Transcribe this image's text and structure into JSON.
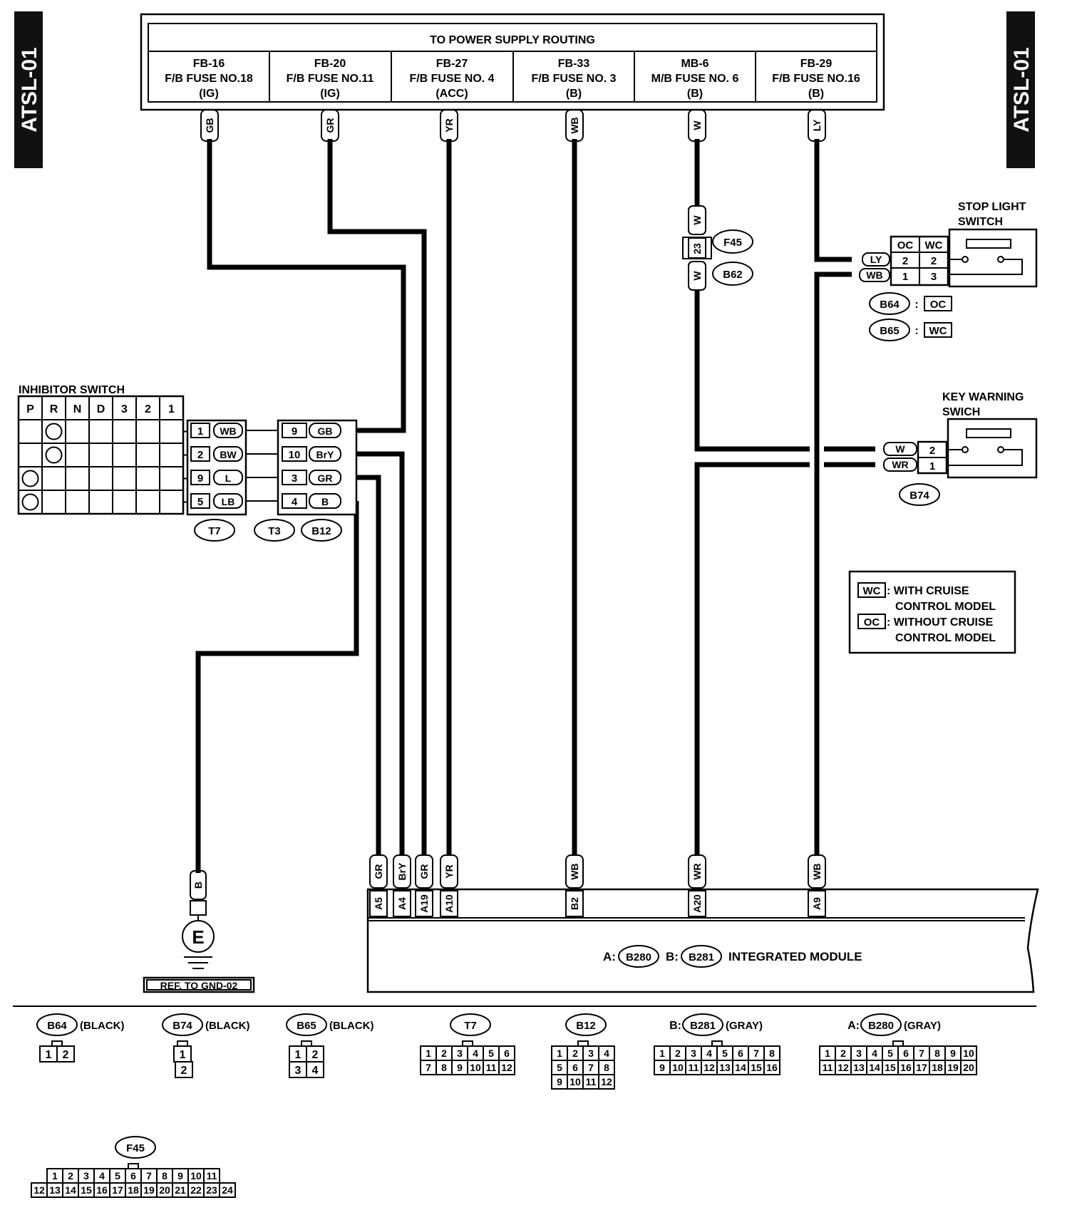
{
  "side_tab": {
    "left": "ATSL-01",
    "right": "ATSL-01"
  },
  "power_supply": {
    "title": "TO POWER SUPPLY ROUTING",
    "fuses": [
      {
        "l1": "FB-16",
        "l2": "F/B FUSE NO.18",
        "l3": "(IG)"
      },
      {
        "l1": "FB-20",
        "l2": "F/B FUSE NO.11",
        "l3": "(IG)"
      },
      {
        "l1": "FB-27",
        "l2": "F/B FUSE NO. 4",
        "l3": "(ACC)"
      },
      {
        "l1": "FB-33",
        "l2": "F/B FUSE NO. 3",
        "l3": "(B)"
      },
      {
        "l1": "MB-6",
        "l2": "M/B FUSE NO. 6",
        "l3": "(B)"
      },
      {
        "l1": "FB-29",
        "l2": "F/B FUSE NO.16",
        "l3": "(B)"
      }
    ],
    "wires": [
      "GB",
      "GR",
      "YR",
      "WB",
      "W",
      "LY"
    ]
  },
  "f45_connector": {
    "pin": "23",
    "wire_top": "W",
    "wire_bottom": "W",
    "id_top": "F45",
    "id_bottom": "B62"
  },
  "stop_light_switch": {
    "title1": "STOP LIGHT",
    "title2": "SWITCH",
    "col1": "OC",
    "col2": "WC",
    "rows": [
      {
        "wire": "LY",
        "p1": "2",
        "p2": "2"
      },
      {
        "wire": "WB",
        "p1": "1",
        "p2": "3"
      }
    ],
    "ids": [
      {
        "id": "B64",
        "sep": ":",
        "code": "OC"
      },
      {
        "id": "B65",
        "sep": ":",
        "code": "WC"
      }
    ]
  },
  "key_warning_switch": {
    "title1": "KEY WARNING",
    "title2": "SWICH",
    "rows": [
      {
        "wire": "W",
        "pin": "2"
      },
      {
        "wire": "WR",
        "pin": "1"
      }
    ],
    "id": "B74"
  },
  "inhibitor_switch": {
    "title": "INHIBITOR SWITCH",
    "positions": [
      "P",
      "R",
      "N",
      "D",
      "3",
      "2",
      "1"
    ],
    "t7_rows": [
      {
        "pin": "1",
        "wire": "WB"
      },
      {
        "pin": "2",
        "wire": "BW"
      },
      {
        "pin": "9",
        "wire": "L"
      },
      {
        "pin": "5",
        "wire": "LB"
      }
    ],
    "b12_rows": [
      {
        "pin": "9",
        "wire": "GB"
      },
      {
        "pin": "10",
        "wire": "BrY"
      },
      {
        "pin": "3",
        "wire": "GR"
      },
      {
        "pin": "4",
        "wire": "B"
      }
    ],
    "ids": [
      "T7",
      "T3",
      "B12"
    ]
  },
  "legend": {
    "wc_code": "WC",
    "wc_text1": ": WITH CRUISE",
    "wc_text2": "CONTROL MODEL",
    "oc_code": "OC",
    "oc_text1": ": WITHOUT CRUISE",
    "oc_text2": "CONTROL MODEL"
  },
  "ground": {
    "wire": "B",
    "symbol": "E",
    "ref": "REF. TO GND-02"
  },
  "integrated_module": {
    "pins": [
      {
        "wire": "GR",
        "pin": "A5"
      },
      {
        "wire": "BrY",
        "pin": "A4"
      },
      {
        "wire": "GR",
        "pin": "A19"
      },
      {
        "wire": "YR",
        "pin": "A10"
      },
      {
        "wire": "WB",
        "pin": "B2"
      },
      {
        "wire": "WR",
        "pin": "A20"
      },
      {
        "wire": "WB",
        "pin": "A9"
      }
    ],
    "prefix_a": "A:",
    "id_a": "B280",
    "prefix_b": "B:",
    "id_b": "B281",
    "name": "INTEGRATED MODULE"
  },
  "connector_views": [
    {
      "prefix": "",
      "id": "B64",
      "color": "(BLACK)",
      "rows": [
        [
          "1",
          "2"
        ]
      ]
    },
    {
      "prefix": "",
      "id": "B74",
      "color": "(BLACK)",
      "rows": [
        [
          "1"
        ],
        [
          "2"
        ]
      ]
    },
    {
      "prefix": "",
      "id": "B65",
      "color": "(BLACK)",
      "rows": [
        [
          "1",
          "2"
        ],
        [
          "3",
          "4"
        ]
      ]
    },
    {
      "prefix": "",
      "id": "T7",
      "color": "",
      "rows": [
        [
          "1",
          "2",
          "3",
          "4",
          "5",
          "6"
        ],
        [
          "7",
          "8",
          "9",
          "10",
          "11",
          "12"
        ]
      ]
    },
    {
      "prefix": "",
      "id": "B12",
      "color": "",
      "rows": [
        [
          "1",
          "2",
          "3",
          "4"
        ],
        [
          "5",
          "6",
          "7",
          "8"
        ],
        [
          "9",
          "10",
          "11",
          "12"
        ]
      ]
    },
    {
      "prefix": "B:",
      "id": "B281",
      "color": "(GRAY)",
      "rows": [
        [
          "1",
          "2",
          "3",
          "4",
          "5",
          "6",
          "7",
          "8"
        ],
        [
          "9",
          "10",
          "11",
          "12",
          "13",
          "14",
          "15",
          "16"
        ]
      ]
    },
    {
      "prefix": "A:",
      "id": "B280",
      "color": "(GRAY)",
      "rows": [
        [
          "1",
          "2",
          "3",
          "4",
          "5",
          "6",
          "7",
          "8",
          "9",
          "10"
        ],
        [
          "11",
          "12",
          "13",
          "14",
          "15",
          "16",
          "17",
          "18",
          "19",
          "20"
        ]
      ]
    },
    {
      "prefix": "",
      "id": "F45",
      "color": "",
      "rows": [
        [
          "1",
          "2",
          "3",
          "4",
          "5",
          "6",
          "7",
          "8",
          "9",
          "10",
          "11"
        ],
        [
          "12",
          "13",
          "14",
          "15",
          "16",
          "17",
          "18",
          "19",
          "20",
          "21",
          "22",
          "23",
          "24"
        ]
      ]
    }
  ]
}
